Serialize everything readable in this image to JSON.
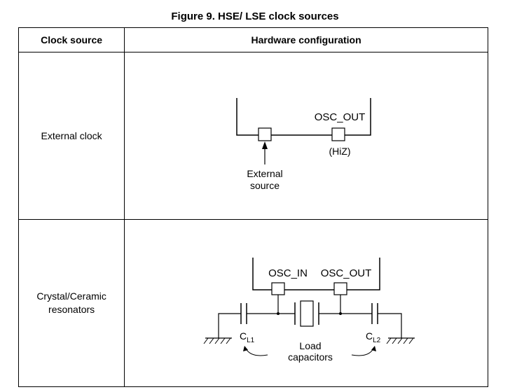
{
  "figure": {
    "title": "Figure 9. HSE/ LSE clock sources"
  },
  "table": {
    "headers": [
      "Clock source",
      "Hardware configuration"
    ],
    "rows": [
      {
        "source": "External clock"
      },
      {
        "source_line1": "Crystal/Ceramic",
        "source_line2": "resonators"
      }
    ]
  },
  "external_clock_diagram": {
    "pin_label": "OSC_OUT",
    "pin_state": "(HiZ)",
    "source_label_line1": "External",
    "source_label_line2": "source"
  },
  "crystal_diagram": {
    "pin_in_label": "OSC_IN",
    "pin_out_label": "OSC_OUT",
    "cap1_label": "C",
    "cap1_sub": "L1",
    "cap2_label": "C",
    "cap2_sub": "L2",
    "load_label_line1": "Load",
    "load_label_line2": "capacitors"
  }
}
